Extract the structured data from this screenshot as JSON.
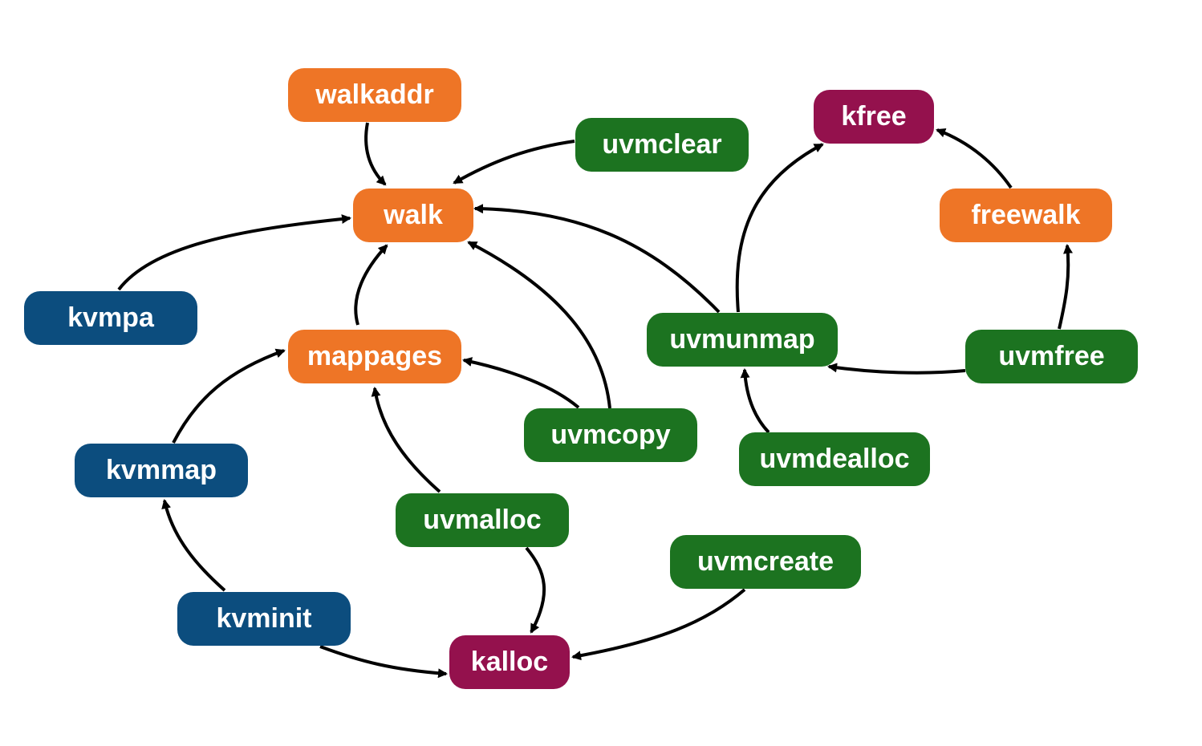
{
  "colors": {
    "orange": "#EE7526",
    "green": "#1C7320",
    "blue": "#0C4D7E",
    "purple": "#94114D",
    "edge": "#000000"
  },
  "nodes": {
    "walkaddr": {
      "label": "walkaddr",
      "color": "orange"
    },
    "walk": {
      "label": "walk",
      "color": "orange"
    },
    "mappages": {
      "label": "mappages",
      "color": "orange"
    },
    "freewalk": {
      "label": "freewalk",
      "color": "orange"
    },
    "uvmclear": {
      "label": "uvmclear",
      "color": "green"
    },
    "uvmunmap": {
      "label": "uvmunmap",
      "color": "green"
    },
    "uvmfree": {
      "label": "uvmfree",
      "color": "green"
    },
    "uvmcopy": {
      "label": "uvmcopy",
      "color": "green"
    },
    "uvmdealloc": {
      "label": "uvmdealloc",
      "color": "green"
    },
    "uvmalloc": {
      "label": "uvmalloc",
      "color": "green"
    },
    "uvmcreate": {
      "label": "uvmcreate",
      "color": "green"
    },
    "kvmpa": {
      "label": "kvmpa",
      "color": "blue"
    },
    "kvmmap": {
      "label": "kvmmap",
      "color": "blue"
    },
    "kvminit": {
      "label": "kvminit",
      "color": "blue"
    },
    "kfree": {
      "label": "kfree",
      "color": "purple"
    },
    "kalloc": {
      "label": "kalloc",
      "color": "purple"
    }
  },
  "edges": [
    {
      "from": "walkaddr",
      "to": "walk"
    },
    {
      "from": "uvmclear",
      "to": "walk"
    },
    {
      "from": "kvmpa",
      "to": "walk"
    },
    {
      "from": "mappages",
      "to": "walk"
    },
    {
      "from": "uvmcopy",
      "to": "walk"
    },
    {
      "from": "uvmunmap",
      "to": "walk"
    },
    {
      "from": "uvmcopy",
      "to": "mappages"
    },
    {
      "from": "kvmmap",
      "to": "mappages"
    },
    {
      "from": "uvmalloc",
      "to": "mappages"
    },
    {
      "from": "kvminit",
      "to": "kvmmap"
    },
    {
      "from": "kvminit",
      "to": "kalloc"
    },
    {
      "from": "uvmalloc",
      "to": "kalloc"
    },
    {
      "from": "uvmcreate",
      "to": "kalloc"
    },
    {
      "from": "uvmunmap",
      "to": "kfree"
    },
    {
      "from": "freewalk",
      "to": "kfree"
    },
    {
      "from": "uvmfree",
      "to": "freewalk"
    },
    {
      "from": "uvmfree",
      "to": "uvmunmap"
    },
    {
      "from": "uvmdealloc",
      "to": "uvmunmap"
    }
  ]
}
